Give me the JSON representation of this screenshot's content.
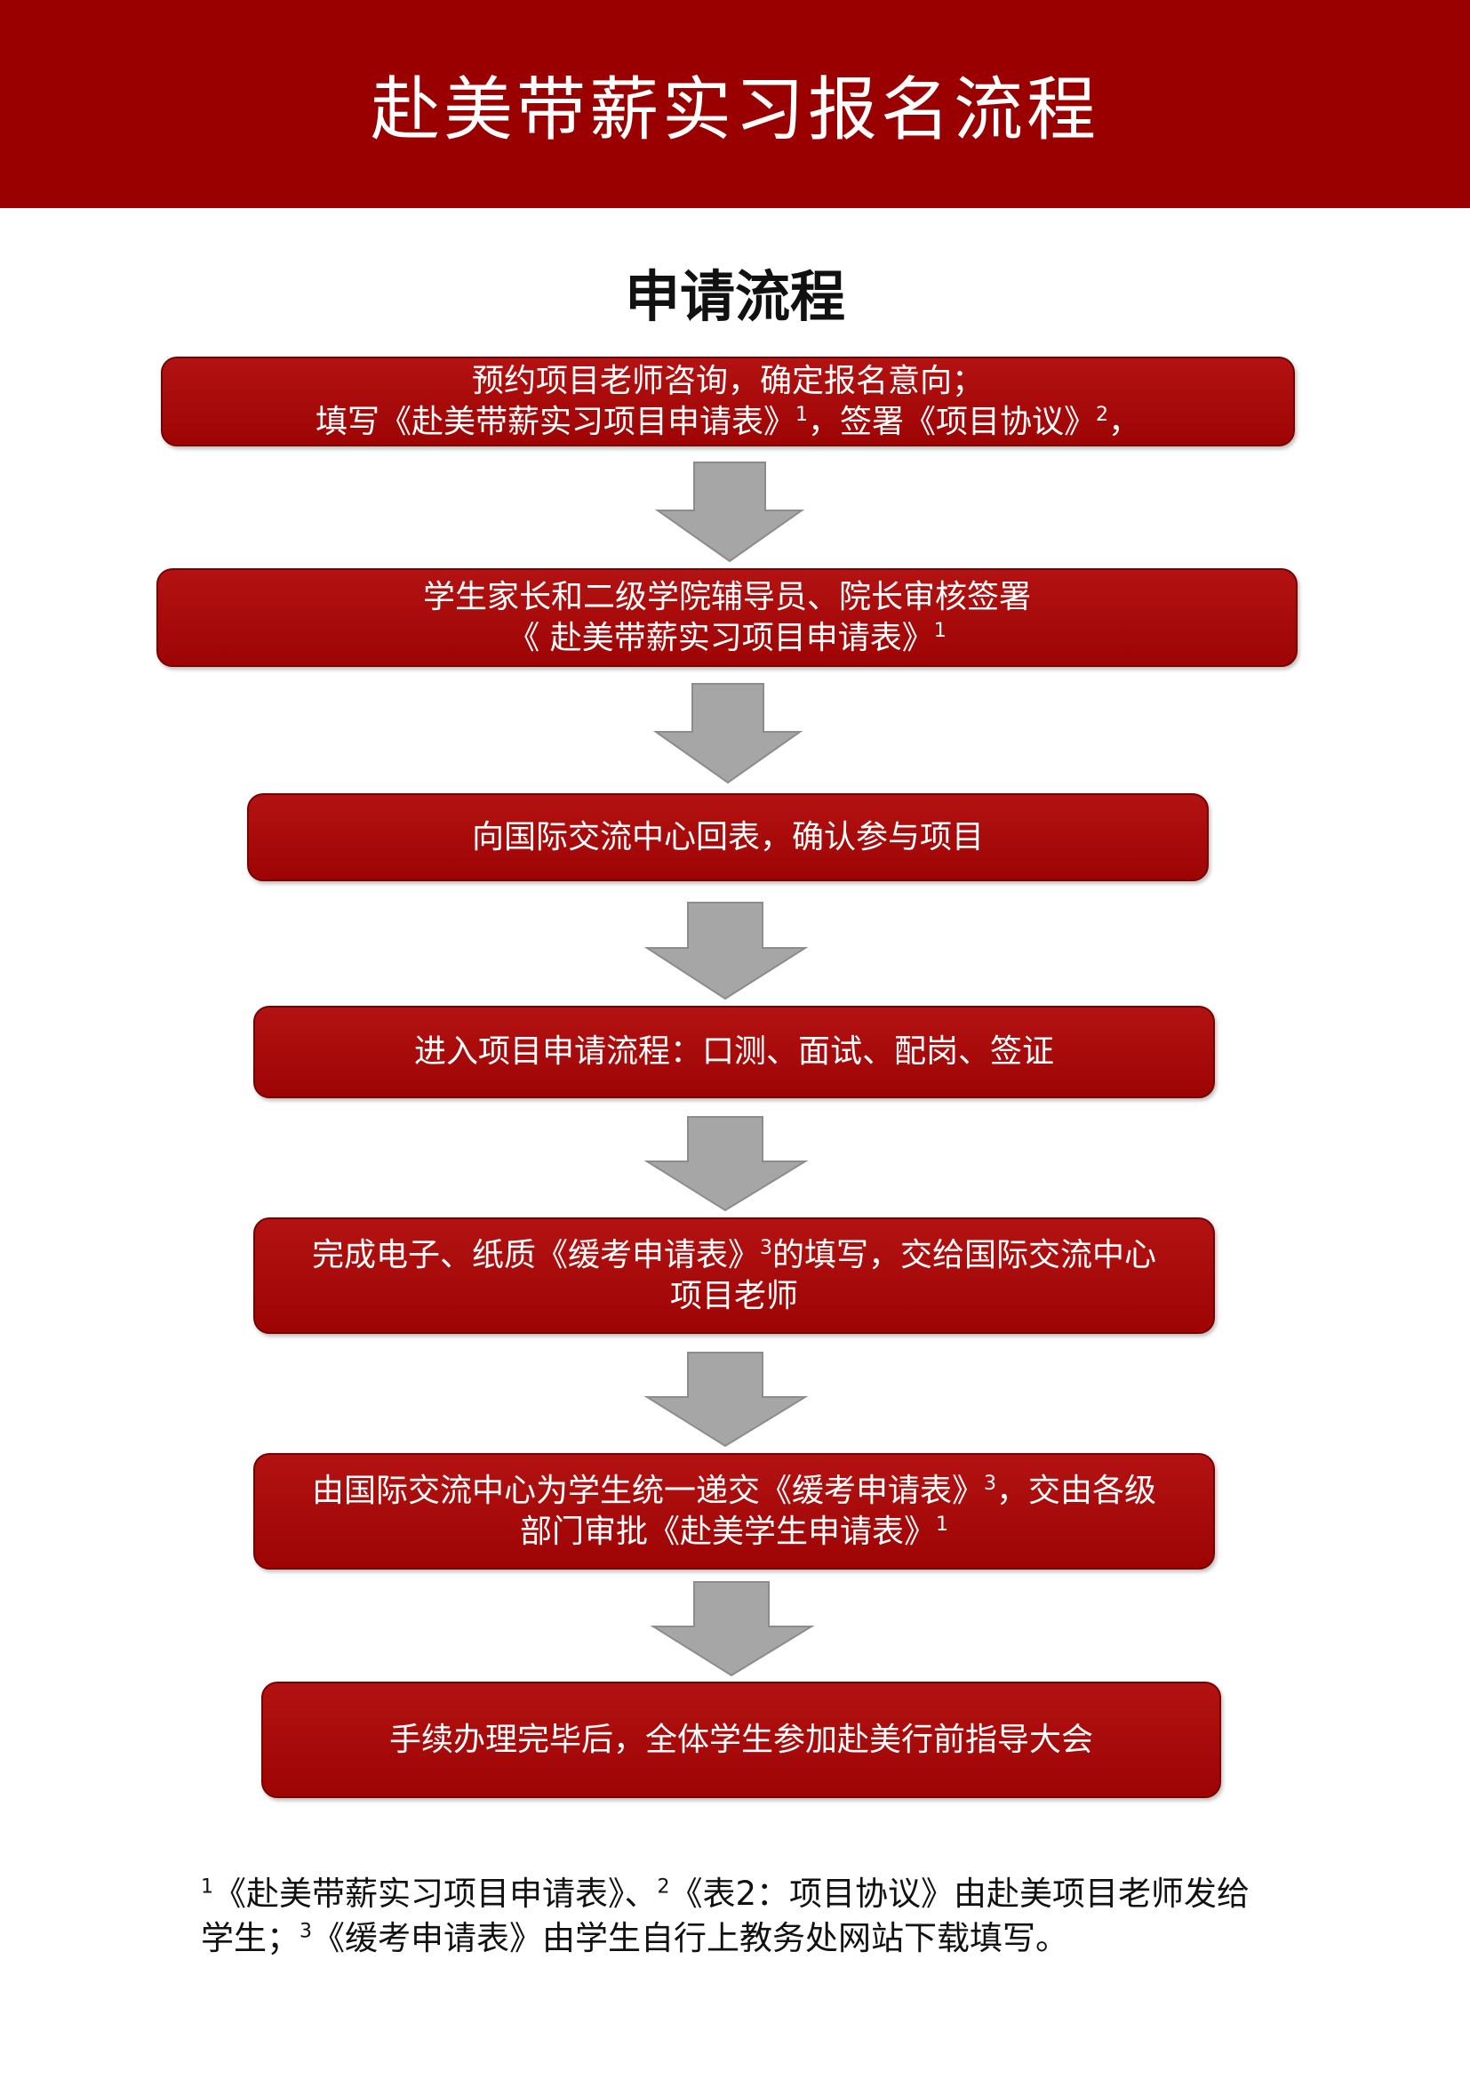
{
  "header": {
    "title": "赴美带薪实习报名流程"
  },
  "section_title": "申请流程",
  "steps": [
    {
      "line1": "预约项目老师咨询，确定报名意向；",
      "line2_a": "填写《赴美带薪实习项目申请表》",
      "line2_sup1": "1",
      "line2_b": "，签署《项目协议》",
      "line2_sup2": "2",
      "line2_c": "，"
    },
    {
      "line1": "学生家长和二级学院辅导员、院长审核签署",
      "line2_a": "《 赴美带薪实习项目申请表》",
      "line2_sup1": "1"
    },
    {
      "line1": "向国际交流中心回表，确认参与项目"
    },
    {
      "line1": "进入项目申请流程：口测、面试、配岗、签证"
    },
    {
      "line1_a": "完成电子、纸质《缓考申请表》",
      "line1_sup": "3",
      "line1_b": "的填写，交给国际交流中心",
      "line2": "项目老师"
    },
    {
      "line1_a": "由国际交流中心为学生统一递交《缓考申请表》",
      "line1_sup": "3",
      "line1_b": "，交由各级",
      "line2_a": "部门审批《赴美学生申请表》",
      "line2_sup": "1"
    },
    {
      "line1": "手续办理完毕后，全体学生参加赴美行前指导大会"
    }
  ],
  "footnote": {
    "sup1": "1",
    "text1": "《赴美带薪实习项目申请表》、",
    "sup2": "2",
    "text2": "《表2：项目协议》由赴美项目老师发给",
    "text3": "学生；",
    "sup3": "3",
    "text4": "《缓考申请表》由学生自行上教务处网站下载填写。"
  },
  "colors": {
    "header_bg": "#9a0000",
    "step_bg": "#a80808",
    "arrow_fill": "#a6a6a6"
  }
}
